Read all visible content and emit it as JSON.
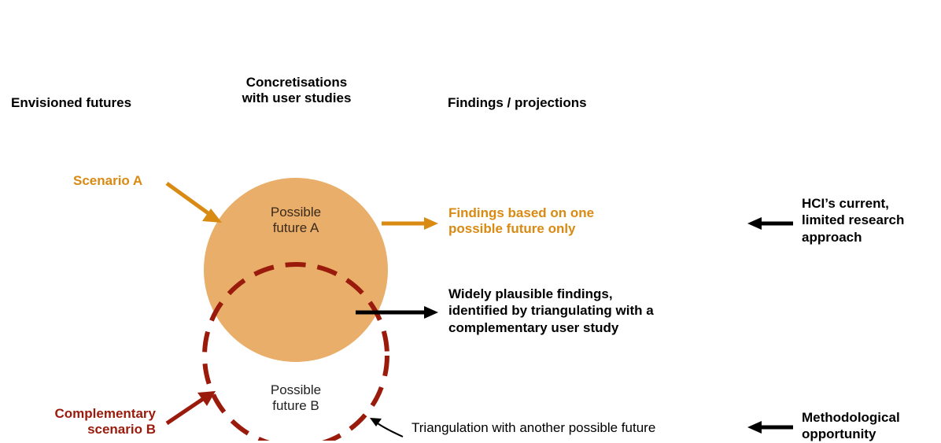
{
  "headers": {
    "envisioned": "Envisioned futures",
    "concretisations_line1": "Concretisations",
    "concretisations_line2": "with user studies",
    "findings": "Findings / projections"
  },
  "scenario_a": {
    "label": "Scenario A"
  },
  "scenario_b": {
    "line1": "Complementary",
    "line2": "scenario B"
  },
  "future_a": {
    "line1": "Possible",
    "line2": "future A"
  },
  "future_b": {
    "line1": "Possible",
    "line2": "future B"
  },
  "finding_one": {
    "line1": "Findings based on one",
    "line2": "possible future only"
  },
  "finding_wide": {
    "line1": "Widely plausible findings,",
    "line2": "identified by triangulating with a",
    "line3": "complementary user study"
  },
  "triangulation": {
    "label": "Triangulation with another possible future"
  },
  "right_labels": {
    "hci_line1": "HCI’s current,",
    "hci_line2": "limited research",
    "hci_line3": "approach",
    "method_line1": "Methodological",
    "method_line2": "opportunity"
  },
  "colors": {
    "orange": "#d98a12",
    "circle_fill": "#e8ae6a",
    "red": "#9a1b0c",
    "black": "#000000"
  }
}
